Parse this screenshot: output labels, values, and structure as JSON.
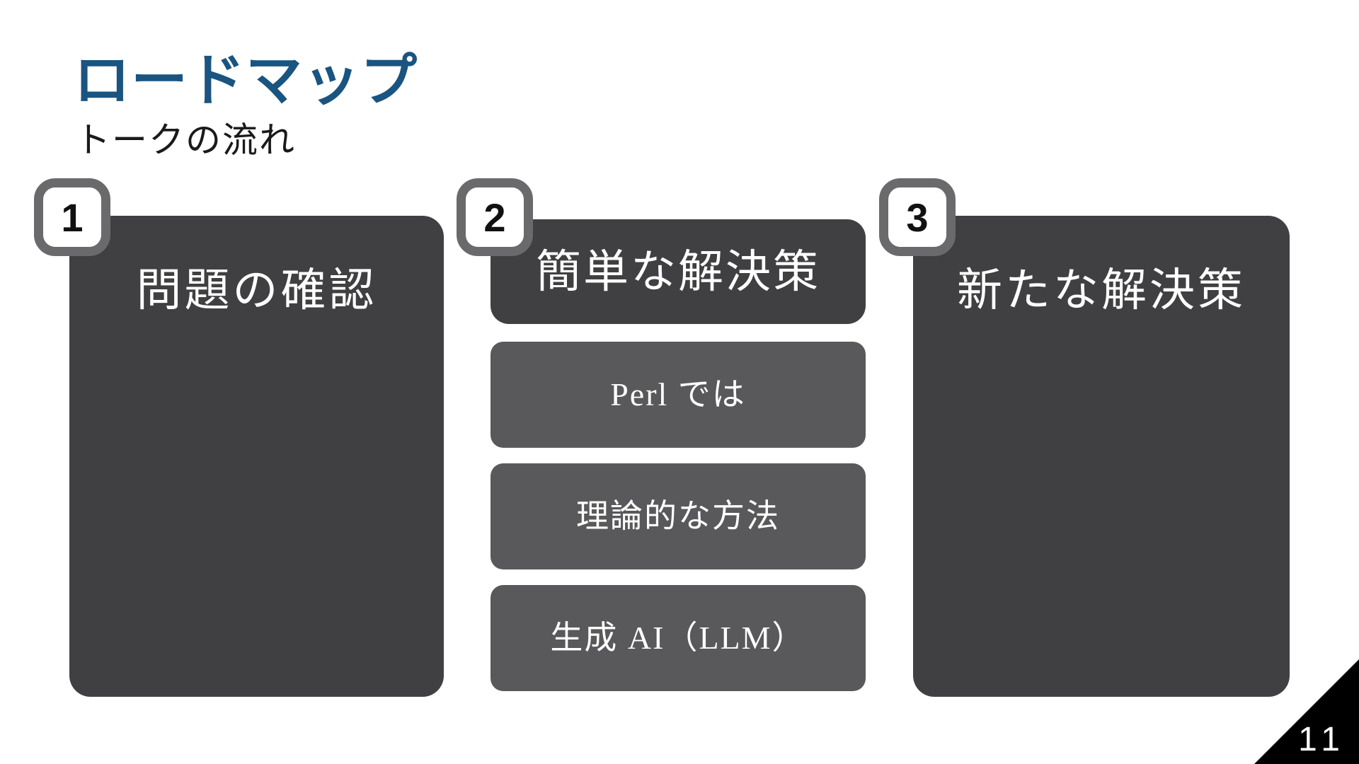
{
  "slide": {
    "title": "ロードマップ",
    "subtitle": "トークの流れ",
    "page_number": "11",
    "columns": [
      {
        "badge": "1",
        "heading": "問題の確認",
        "items": []
      },
      {
        "badge": "2",
        "heading": "簡単な解決策",
        "items": [
          "Perl では",
          "理論的な方法",
          "生成 AI（LLM）"
        ]
      },
      {
        "badge": "3",
        "heading": "新たな解決策",
        "items": []
      }
    ],
    "colors": {
      "accent_blue": "#1a5480",
      "box_dark": "#404042",
      "box_medium": "#59595b",
      "badge_border": "#6a6a6c",
      "corner_black": "#000000"
    }
  }
}
